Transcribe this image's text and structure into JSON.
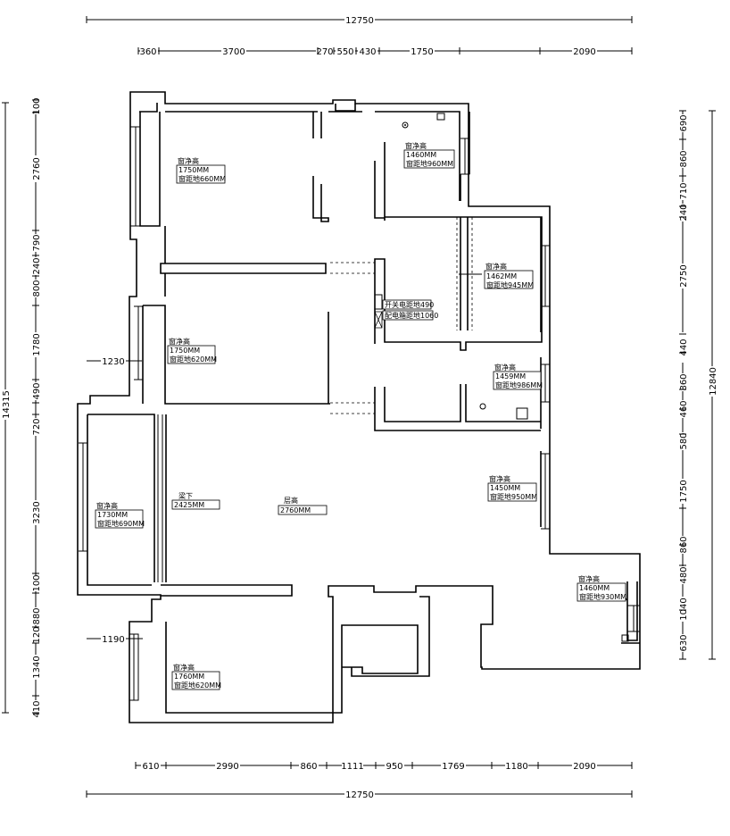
{
  "dimensions": {
    "top_total": "12750",
    "top": [
      "360",
      "3700",
      "270",
      "550",
      "430",
      "1750",
      "2090"
    ],
    "bottom_total": "12750",
    "bottom": [
      "610",
      "2990",
      "860",
      "1111",
      "950",
      "1769",
      "1180",
      "2090"
    ],
    "left_total": "14315",
    "left": [
      "100",
      "2760",
      "790",
      "240",
      "800",
      "1780",
      "490",
      "720",
      "3230",
      "100",
      "880",
      "120",
      "1340",
      "410"
    ],
    "right_total": "12840",
    "right": [
      "690",
      "860",
      "710",
      "240",
      "2750",
      "440",
      "860",
      "460",
      "580",
      "1750",
      "860",
      "480",
      "1040",
      "630"
    ],
    "inner_left_1": "1230",
    "inner_left_2": "1190"
  },
  "windows": [
    {
      "title": "窗净高",
      "height": "1750MM",
      "sill": "窗距地660MM"
    },
    {
      "title": "窗净高",
      "height": "1460MM",
      "sill": "窗距地960MM"
    },
    {
      "title": "窗净高",
      "height": "1462MM",
      "sill": "窗距地945MM"
    },
    {
      "title": "窗净高",
      "height": "1750MM",
      "sill": "窗距地620MM"
    },
    {
      "title": "窗净高",
      "height": "1459MM",
      "sill": "窗距地986MM"
    },
    {
      "title": "窗净高",
      "height": "1730MM",
      "sill": "窗距地690MM"
    },
    {
      "title": "窗净高",
      "height": "1450MM",
      "sill": "窗距地950MM"
    },
    {
      "title": "窗净高",
      "height": "1460MM",
      "sill": "窗距地930MM"
    },
    {
      "title": "窗净高",
      "height": "1760MM",
      "sill": "窗距地620MM"
    }
  ],
  "notes": {
    "beam_under_label": "梁下",
    "beam_under_value": "2425MM",
    "ceiling_label": "层高",
    "ceiling_value": "2760MM",
    "outlet_1": "开关电距地490",
    "outlet_2": "配电箱距地1060"
  }
}
